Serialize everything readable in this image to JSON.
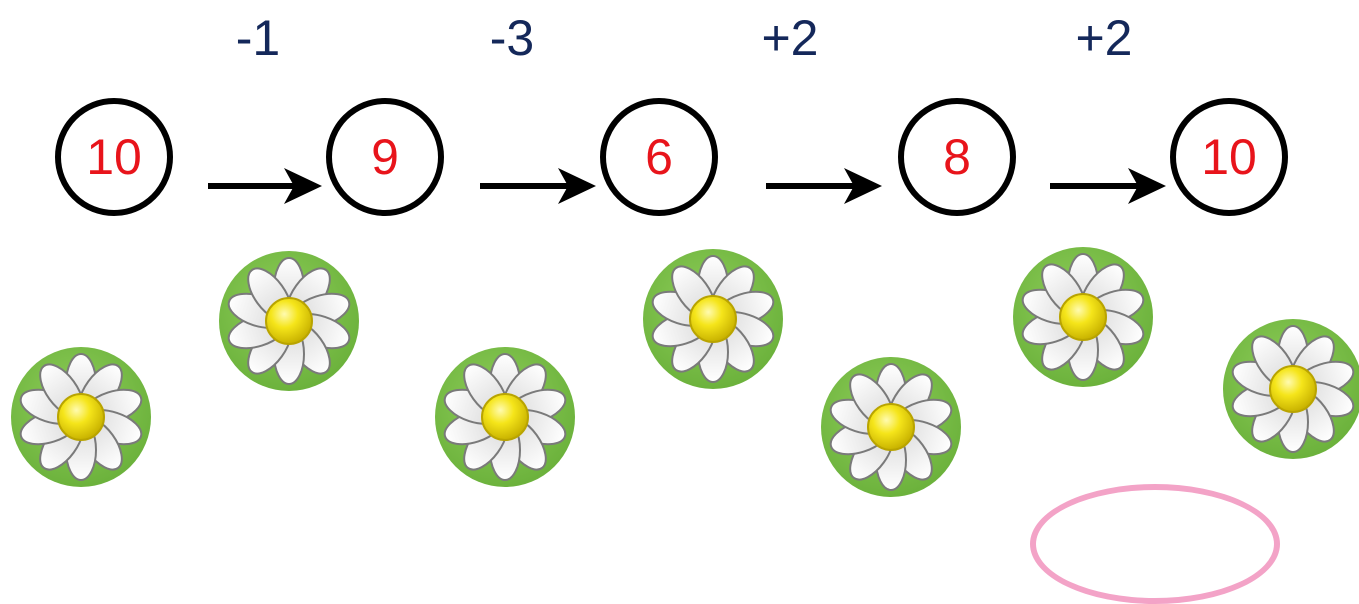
{
  "chain": {
    "nodes": [
      "10",
      "9",
      "6",
      "8",
      "10"
    ],
    "operations": [
      "-1",
      "-3",
      "+2",
      "+2"
    ]
  },
  "colors": {
    "node_text": "#e8141b",
    "operation_text": "#14285a",
    "circle_border": "#000000",
    "flower_background": "#7cc04a",
    "petal": "#ffffff",
    "center": "#f2e20e",
    "decoration_ring": "#f3a3c7"
  },
  "icons": {
    "flower": "daisy-flower-icon",
    "arrow": "right-arrow-icon"
  }
}
